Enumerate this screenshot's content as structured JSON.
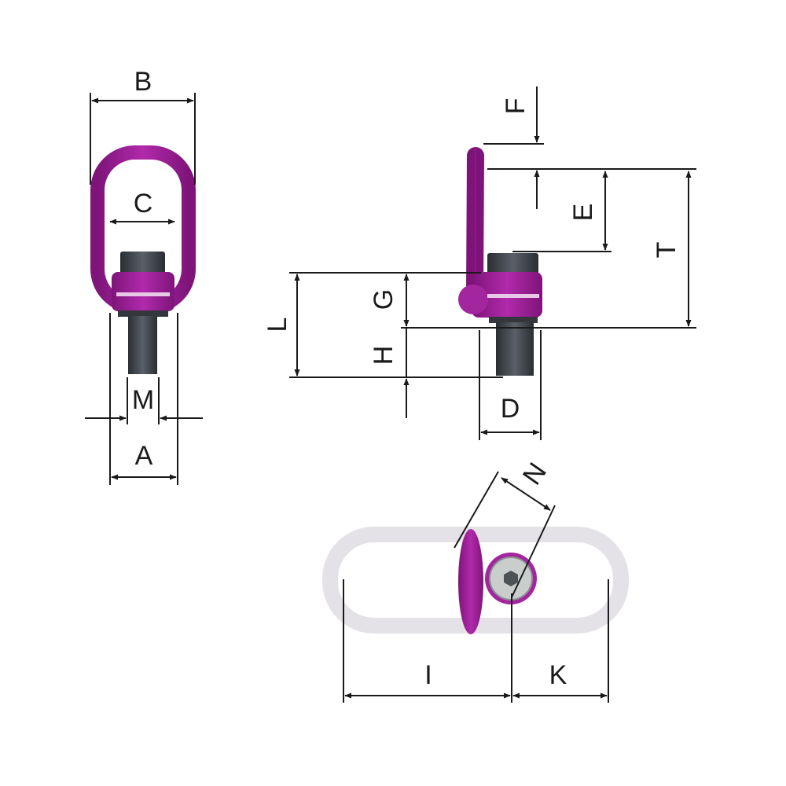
{
  "labels": {
    "B": "B",
    "C": "C",
    "M": "M",
    "A": "A",
    "F": "F",
    "E": "E",
    "T": "T",
    "L": "L",
    "G": "G",
    "H": "H",
    "D": "D",
    "N": "N",
    "I": "I",
    "K": "K"
  },
  "colors": {
    "ring_purple": "#9c1f98",
    "bolt_dark": "#3b4046",
    "ghost_ring": "#e4e2e6",
    "dimension_line": "#1a1a1a"
  }
}
